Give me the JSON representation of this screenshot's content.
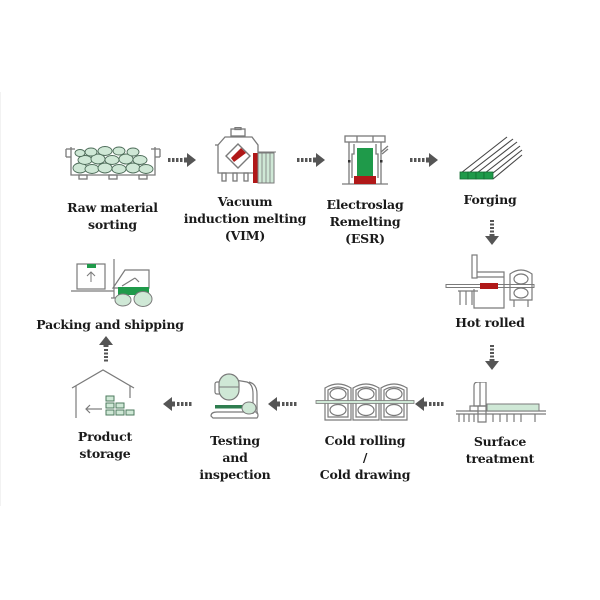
{
  "diagram": {
    "type": "process-flow",
    "colors": {
      "outline": "#7a7a7a",
      "light_green": "#cfe8d6",
      "green": "#1f9a4a",
      "dark_green": "#2e7d4f",
      "red": "#b01818",
      "arrow": "#555555",
      "text": "#1a1a1a"
    },
    "steps": [
      {
        "id": "raw-material-sorting",
        "label": "Raw material\nsorting",
        "icon": "ore-bin-icon"
      },
      {
        "id": "vim",
        "label": "Vacuum\ninduction melting\n(VIM)",
        "icon": "vacuum-furnace-icon"
      },
      {
        "id": "esr",
        "label": "Electroslag\nRemelting\n(ESR)",
        "icon": "esr-furnace-icon"
      },
      {
        "id": "forging",
        "label": "Forging",
        "icon": "forged-bars-icon"
      },
      {
        "id": "hot-rolled",
        "label": "Hot rolled",
        "icon": "hot-rolling-mill-icon"
      },
      {
        "id": "surface-treatment",
        "label": "Surface\ntreatment",
        "icon": "surface-treatment-machine-icon"
      },
      {
        "id": "cold-rolling",
        "label": "Cold rolling\n/\nCold drawing",
        "icon": "cold-rolling-stands-icon"
      },
      {
        "id": "testing",
        "label": "Testing\nand\ninspection",
        "icon": "inspection-microscope-icon"
      },
      {
        "id": "product-storage",
        "label": "Product\nstorage",
        "icon": "warehouse-icon"
      },
      {
        "id": "packing-shipping",
        "label": "Packing and shipping",
        "icon": "forklift-icon"
      }
    ],
    "connections": [
      {
        "from": "raw-material-sorting",
        "to": "vim",
        "direction": "right"
      },
      {
        "from": "vim",
        "to": "esr",
        "direction": "right"
      },
      {
        "from": "esr",
        "to": "forging",
        "direction": "right"
      },
      {
        "from": "forging",
        "to": "hot-rolled",
        "direction": "down"
      },
      {
        "from": "hot-rolled",
        "to": "surface-treatment",
        "direction": "down"
      },
      {
        "from": "surface-treatment",
        "to": "cold-rolling",
        "direction": "left"
      },
      {
        "from": "cold-rolling",
        "to": "testing",
        "direction": "left"
      },
      {
        "from": "testing",
        "to": "product-storage",
        "direction": "left"
      },
      {
        "from": "product-storage",
        "to": "packing-shipping",
        "direction": "up"
      }
    ]
  }
}
